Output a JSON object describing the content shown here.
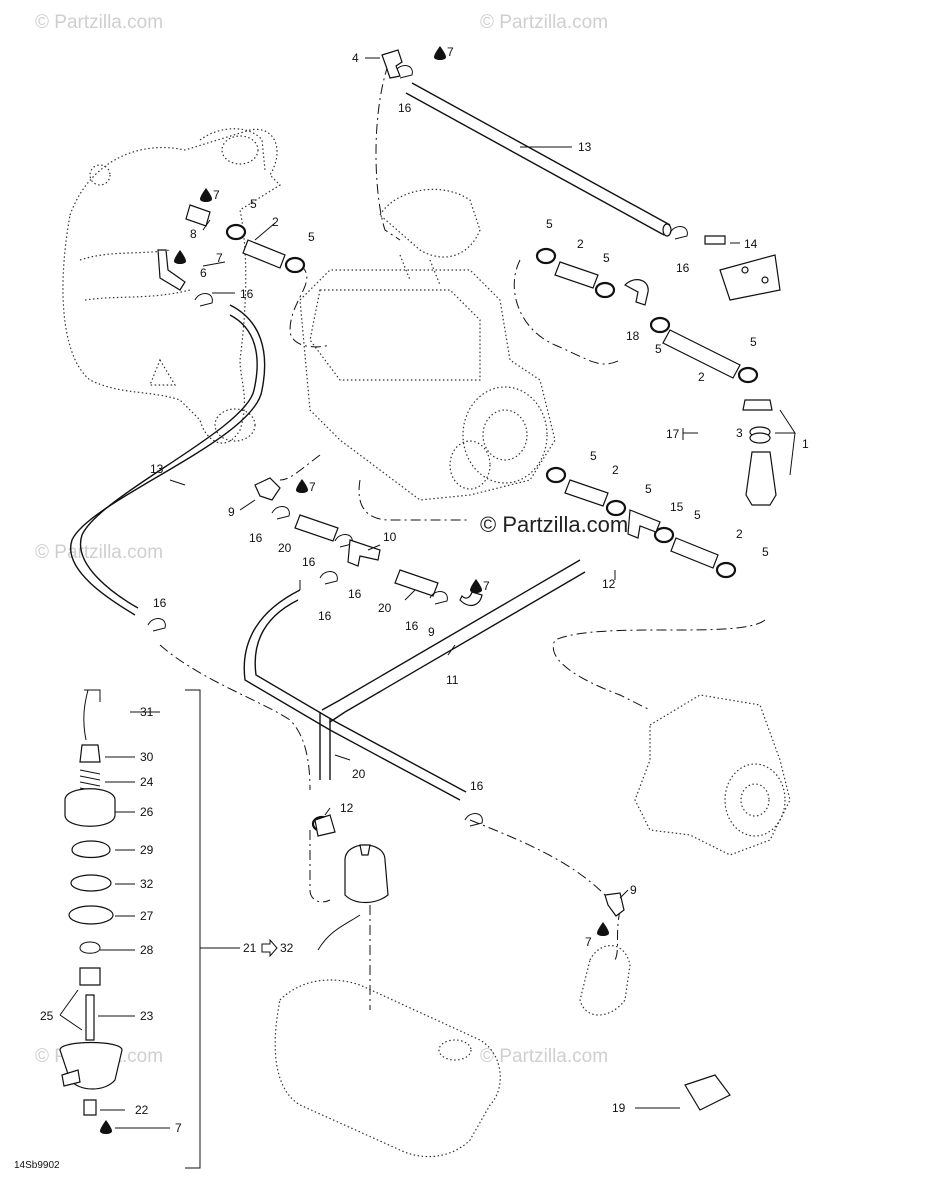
{
  "watermarks": {
    "small": "© Partzilla.com",
    "main": "© Partzilla.com"
  },
  "diagram_code": "14Sb9902",
  "callouts": {
    "p1": "1",
    "p2a": "2",
    "p2b": "2",
    "p2c": "2",
    "p2d": "2",
    "p2e": "2",
    "p3": "3",
    "p4": "4",
    "p5a": "5",
    "p5b": "5",
    "p5c": "5",
    "p5d": "5",
    "p5e": "5",
    "p5f": "5",
    "p5g": "5",
    "p5h": "5",
    "p5i": "5",
    "p5j": "5",
    "p6": "6",
    "p7a": "7",
    "p7b": "7",
    "p7c": "7",
    "p7d": "7",
    "p7e": "7",
    "p7f": "7",
    "p7g": "7",
    "p8": "8",
    "p9a": "9",
    "p9b": "9",
    "p9c": "9",
    "p10": "10",
    "p11": "11",
    "p12a": "12",
    "p12b": "12",
    "p13a": "13",
    "p13b": "13",
    "p14": "14",
    "p15": "15",
    "p16a": "16",
    "p16b": "16",
    "p16c": "16",
    "p16d": "16",
    "p16e": "16",
    "p16f": "16",
    "p16g": "16",
    "p16h": "16",
    "p16i": "16",
    "p17": "17",
    "p18": "18",
    "p19": "19",
    "p20a": "20",
    "p20b": "20",
    "p20c": "20",
    "p21": "21",
    "p22": "22",
    "p23": "23",
    "p24": "24",
    "p25": "25",
    "p26": "26",
    "p27": "27",
    "p28": "28",
    "p29": "29",
    "p30": "30",
    "p31": "31",
    "p32a": "32",
    "p32b": "32"
  },
  "colors": {
    "ink": "#111111",
    "watermark": "#cfcfcf"
  },
  "icons": [
    "oil-drop-icon",
    "arrow-right-icon"
  ]
}
